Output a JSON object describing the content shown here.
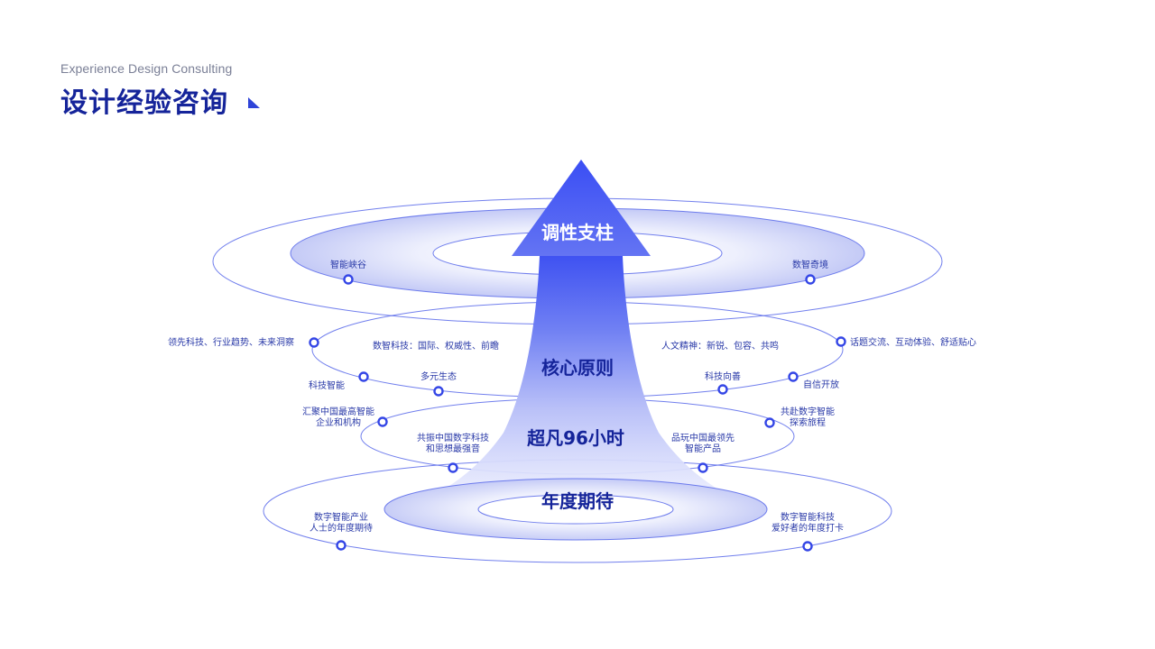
{
  "header": {
    "subtitle": "Experience Design Consulting",
    "title": "设计经验咨询"
  },
  "colors": {
    "primary": "#15249a",
    "accent": "#4a5cf0",
    "ring": "#5868ea",
    "label": "#2a3aa8"
  },
  "diagram": {
    "arrow_head_label": "调性支柱",
    "tiers": [
      {
        "label": "核心原则"
      },
      {
        "label": "超凡96小时"
      },
      {
        "label": "年度期待"
      }
    ],
    "nodes": [
      {
        "id": "n1",
        "label": "智能峡谷"
      },
      {
        "id": "n2",
        "label": "数智奇境"
      },
      {
        "id": "n3",
        "label": "领先科技、行业趋势、未来洞察"
      },
      {
        "id": "n4",
        "label": "数智科技：国际、权威性、前瞻"
      },
      {
        "id": "n5",
        "label": "人文精神：新锐、包容、共鸣"
      },
      {
        "id": "n6",
        "label": "话题交流、互动体验、舒适贴心"
      },
      {
        "id": "n7",
        "label": "科技智能"
      },
      {
        "id": "n8",
        "label": "多元生态"
      },
      {
        "id": "n9",
        "label": "科技向善"
      },
      {
        "id": "n10",
        "label": "自信开放"
      },
      {
        "id": "n11",
        "label": "汇聚中国最高智能\n企业和机构"
      },
      {
        "id": "n12",
        "label": "共振中国数字科技\n和思想最强音"
      },
      {
        "id": "n13",
        "label": "品玩中国最领先\n智能产品"
      },
      {
        "id": "n14",
        "label": "共赴数字智能\n探索旅程"
      },
      {
        "id": "n15",
        "label": "数字智能产业\n人士的年度期待"
      },
      {
        "id": "n16",
        "label": "数字智能科技\n爱好者的年度打卡"
      }
    ]
  }
}
